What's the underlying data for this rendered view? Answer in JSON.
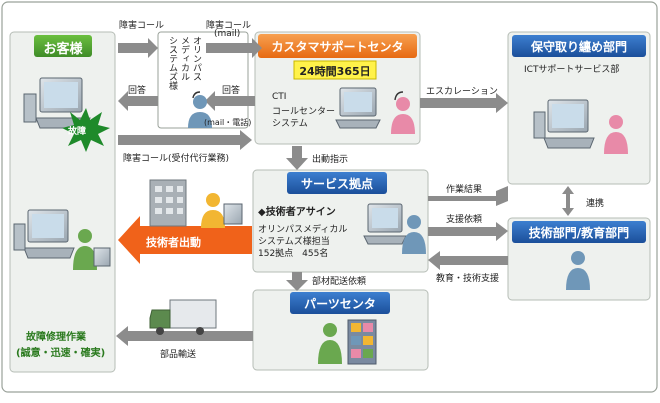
{
  "customer": {
    "title": "お客様",
    "fault_badge": "故障",
    "repair_line1": "故障修理作業",
    "repair_line2": "(誠意・迅速・確実)"
  },
  "olympus_box": {
    "line1": "オリンパス",
    "line2": "メディカル",
    "line3": "システムズ様"
  },
  "call_center": {
    "title": "カスタマサポートセンタ",
    "badge": "24時間365日",
    "cti_line1": "CTI",
    "cti_line2": "コールセンター",
    "cti_line3": "システム"
  },
  "maintenance": {
    "title": "保守取り纏め部門",
    "subtitle": "ICTサポートサービス部"
  },
  "tech_dept": {
    "title": "技術部門/教育部門"
  },
  "service_base": {
    "title": "サービス拠点",
    "line1": "◆技術者アサイン",
    "line2": "オリンパスメディカル",
    "line3": "システムズ様担当",
    "line4": "152拠点　455名"
  },
  "parts_center": {
    "title": "パーツセンタ"
  },
  "arrows": {
    "fault_call_top": "障害コール",
    "fault_call_mail": "障害コール",
    "mail_paren": "(mail)",
    "reply_left": "回答",
    "reply_right": "回答",
    "mail_phone": "(mail・電話)",
    "fault_call_proxy": "障害コール(受付代行業務)",
    "dispatch_order": "出動指示",
    "escalation": "エスカレーション",
    "work_result": "作業結果",
    "support_request": "支援依頼",
    "cooperation": "連携",
    "education_support": "教育・技術支援",
    "parts_request": "部材配送依頼",
    "parts_transport": "部品輸送",
    "engineer_dispatch": "技術者出動"
  },
  "colors": {
    "header_green": "#4a9a2e",
    "header_blue": "#1f5fae",
    "header_orange": "#f07a1c",
    "arrow_gray": "#8c8c8c",
    "dispatch_orange": "#f0621a",
    "panel_bg": "#eef1ee",
    "badge_yellow": "#fff24a"
  }
}
